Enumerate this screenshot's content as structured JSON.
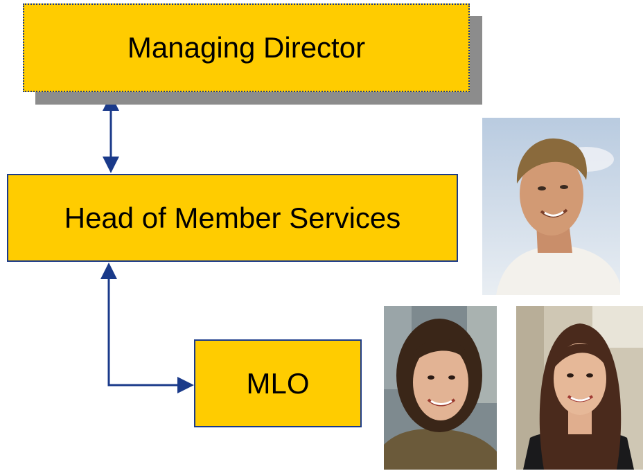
{
  "org_chart": {
    "managing_director": {
      "label": "Managing Director"
    },
    "head_of_member_services": {
      "label": "Head of Member Services"
    },
    "mlo": {
      "label": "MLO"
    }
  },
  "colors": {
    "box_fill": "#FFCC00",
    "box_border": "#1a3a8a",
    "arrow": "#1a3a8a",
    "shadow": "#8c8c8c"
  },
  "photos": [
    {
      "icon": "portrait-man-photo"
    },
    {
      "icon": "portrait-woman-photo"
    },
    {
      "icon": "portrait-woman-photo"
    }
  ]
}
